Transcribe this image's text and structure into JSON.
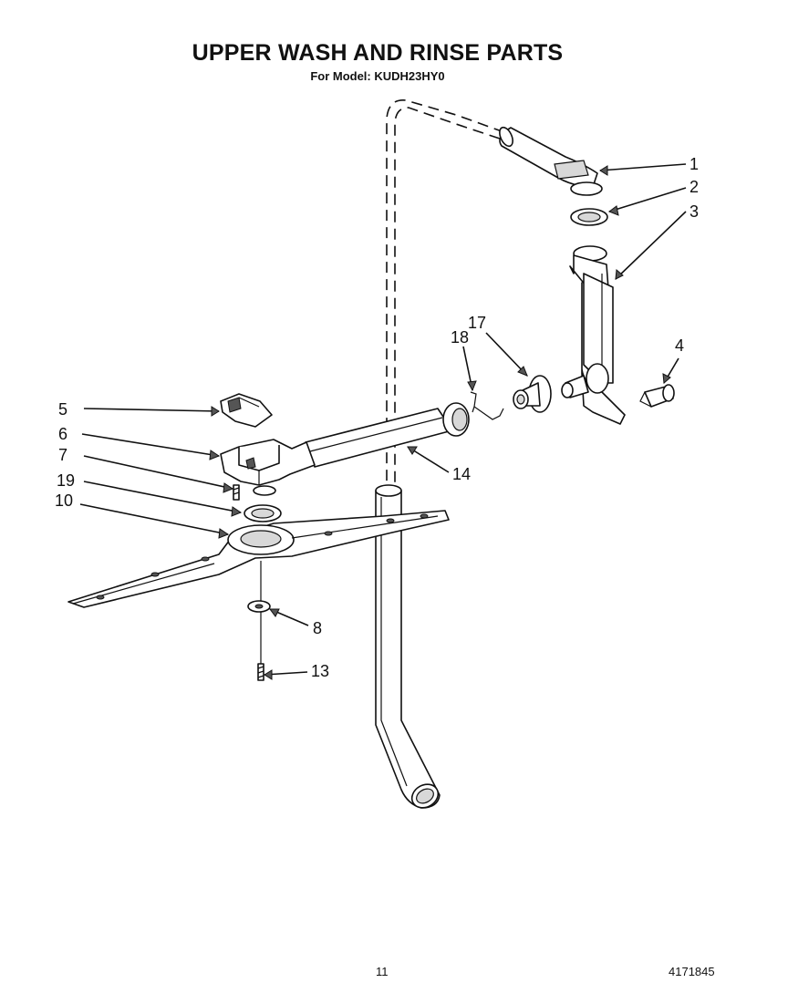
{
  "header": {
    "title": "UPPER WASH AND RINSE PARTS",
    "subtitle": "For Model: KUDH23HY0"
  },
  "footer": {
    "page_number": "11",
    "document_number": "4171845"
  },
  "callouts": {
    "c1": "1",
    "c2": "2",
    "c3": "3",
    "c4": "4",
    "c5": "5",
    "c6": "6",
    "c7": "7",
    "c8": "8",
    "c10": "10",
    "c13": "13",
    "c14": "14",
    "c17": "17",
    "c18": "18",
    "c19": "19"
  }
}
